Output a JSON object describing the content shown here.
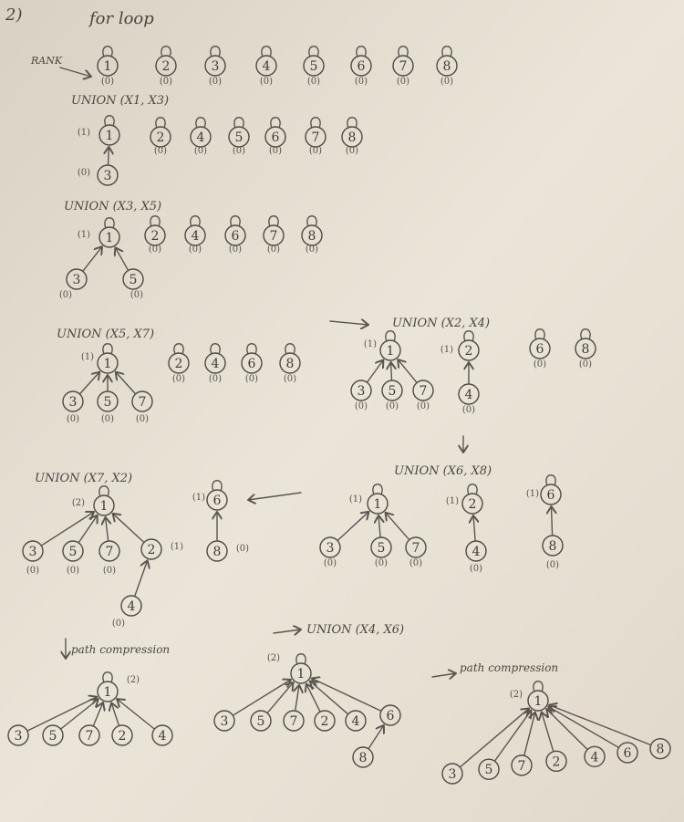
{
  "header": {
    "number": "2)",
    "title": "for loop"
  },
  "rank_label": "RANK",
  "steps": {
    "u13": "UNION (X1, X3)",
    "u35": "UNION (X3, X5)",
    "u57": "UNION (X5, X7)",
    "u24": "UNION (X2, X4)",
    "u68": "UNION (X6, X8)",
    "u72": "UNION (X7, X2)",
    "pc1": "path compression",
    "u46": "UNION (X4, X6)",
    "pc2": "path compression"
  },
  "rank_values": {
    "zero": "(0)",
    "one": "(1)",
    "two": "(2)"
  },
  "nodes": [
    "1",
    "2",
    "3",
    "4",
    "5",
    "6",
    "7",
    "8"
  ]
}
